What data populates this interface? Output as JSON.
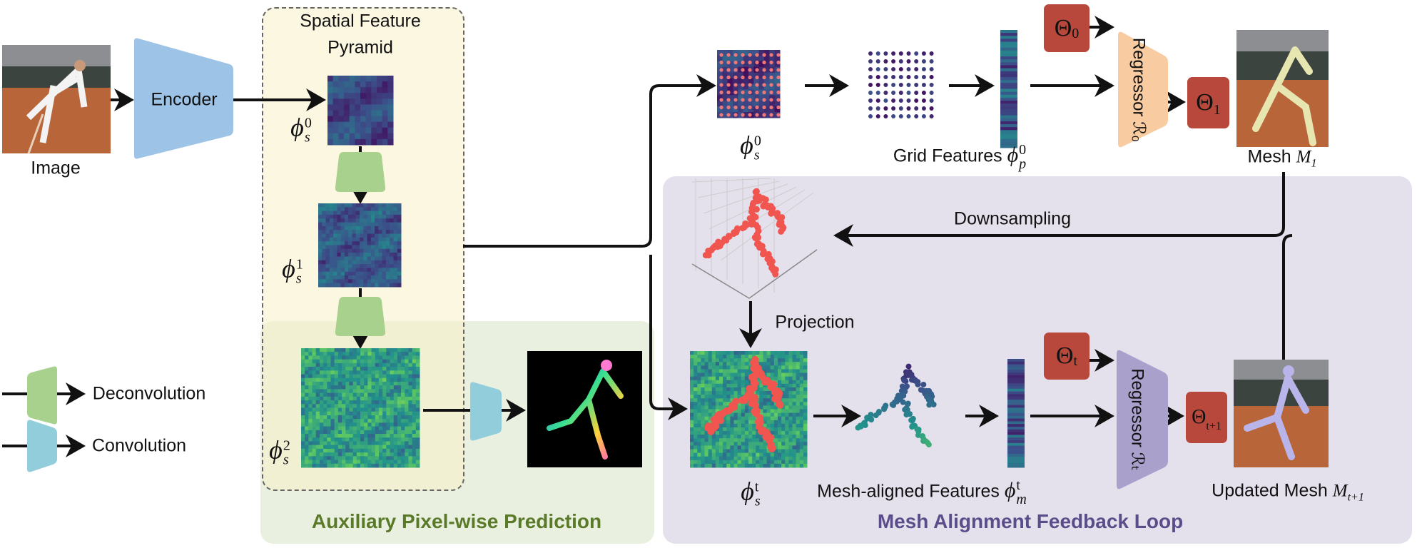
{
  "labels": {
    "image": "Image",
    "encoder": "Encoder",
    "pyramid_title_line1": "Spatial Feature",
    "pyramid_title_line2": "Pyramid",
    "grid_features": "Grid Features",
    "mesh_m1": "Mesh",
    "mesh_m1_symbol": "M",
    "mesh_m1_sub": "1",
    "downsampling": "Downsampling",
    "projection": "Projection",
    "mesh_aligned_features": "Mesh-aligned Features",
    "updated_mesh": "Updated Mesh",
    "updated_mesh_symbol": "M",
    "updated_mesh_sub": "t+1",
    "regressor_0": "Regressor ℛ₀",
    "regressor_t": "Regressor ℛₜ"
  },
  "symbols": {
    "phi": "ϕ",
    "theta": "Θ",
    "phi_s0": {
      "sub": "s",
      "sup": "0"
    },
    "phi_s1": {
      "sub": "s",
      "sup": "1"
    },
    "phi_s2": {
      "sub": "s",
      "sup": "2"
    },
    "phi_st": {
      "sub": "s",
      "sup": "t"
    },
    "phi_p0": {
      "sub": "p",
      "sup": "0"
    },
    "phi_mt": {
      "sub": "m",
      "sup": "t"
    },
    "theta_0": "0",
    "theta_1": "1",
    "theta_t": "t",
    "theta_t1": "t+1"
  },
  "legend": {
    "deconvolution": "Deconvolution",
    "convolution": "Convolution"
  },
  "regions": {
    "auxiliary": "Auxiliary Pixel-wise Prediction",
    "feedback": "Mesh Alignment Feedback Loop"
  },
  "colors": {
    "encoder": "#9dc3e6",
    "deconv": "#a9d18e",
    "conv": "#92cddc",
    "theta": "#b9483c",
    "regressor_0": "#f8cba0",
    "regressor_t": "#a9a1cc",
    "pyramid_bg": "#fcf7e3",
    "aux_bg": "#e9f0df",
    "feedback_bg": "#e5e1ec",
    "aux_title": "#5a7a2a",
    "feedback_title": "#5b4d8a",
    "points": "#f0554f"
  }
}
